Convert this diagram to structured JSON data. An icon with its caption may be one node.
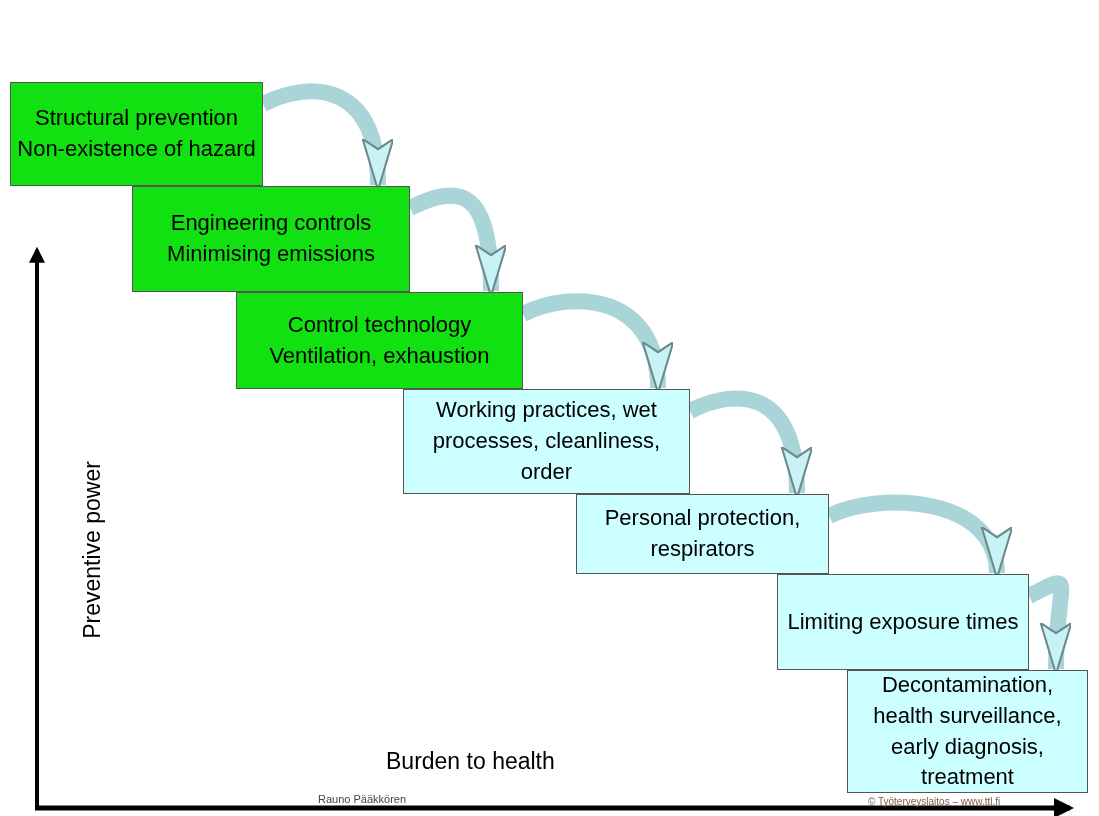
{
  "diagram": {
    "nodes": [
      {
        "text": [
          "Structural prevention",
          "Non-existence of hazard"
        ]
      },
      {
        "text": [
          "Engineering controls",
          "Minimising emissions"
        ]
      },
      {
        "text": [
          "Control technology",
          "Ventilation, exhaustion"
        ]
      },
      {
        "text": [
          "Working practices, wet processes, cleanliness, order"
        ]
      },
      {
        "text": [
          "Personal protection, respirators"
        ]
      },
      {
        "text": [
          "Limiting exposure times"
        ]
      },
      {
        "text": [
          "Decontamination, health surveillance, early diagnosis, treatment"
        ]
      }
    ],
    "edges": [
      {
        "from": 0,
        "to": 1,
        "arrow": "to"
      },
      {
        "from": 1,
        "to": 2,
        "arrow": "to"
      },
      {
        "from": 2,
        "to": 3,
        "arrow": "to"
      },
      {
        "from": 3,
        "to": 4,
        "arrow": "to"
      },
      {
        "from": 4,
        "to": 5,
        "arrow": "to"
      },
      {
        "from": 5,
        "to": 6,
        "arrow": "to"
      }
    ],
    "labels": [
      "Preventive power",
      "Burden to health",
      "Rauno Pääkkören",
      "© Työterveyslaitos – www.ttl.fi"
    ]
  }
}
